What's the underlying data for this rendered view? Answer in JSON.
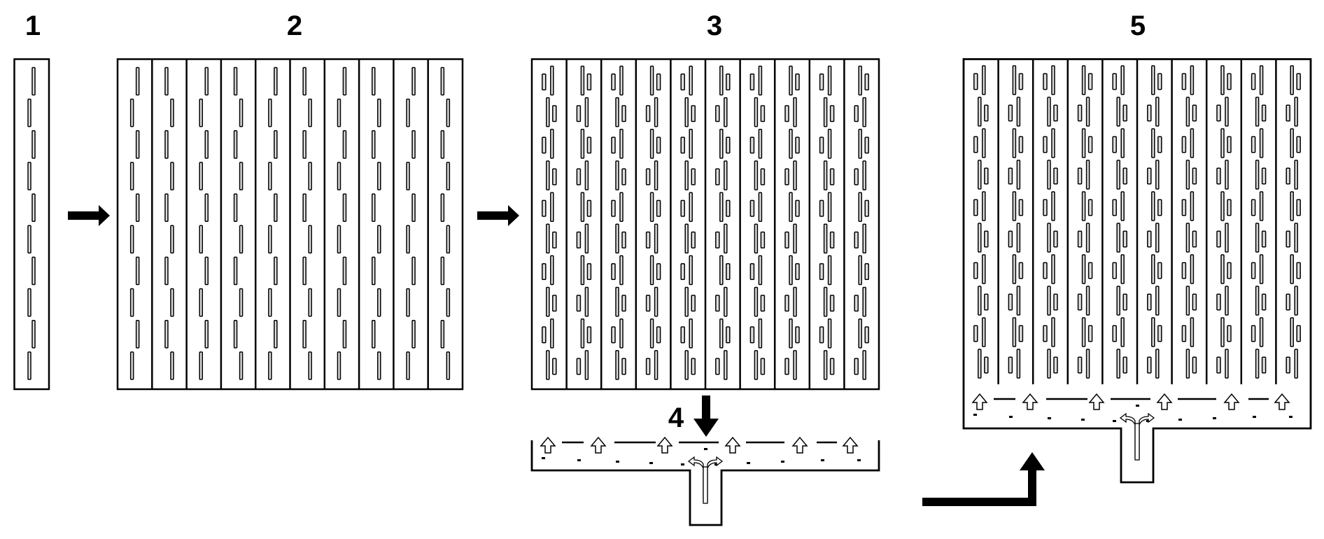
{
  "stages": [
    {
      "label": "1"
    },
    {
      "label": "2"
    },
    {
      "label": "3"
    },
    {
      "label": "4"
    },
    {
      "label": "5"
    }
  ],
  "colors": {
    "ink": "#000000",
    "paper": "#ffffff"
  }
}
